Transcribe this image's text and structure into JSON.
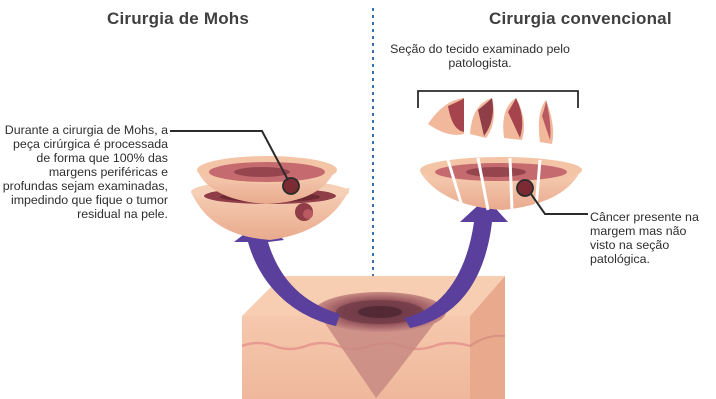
{
  "titles": {
    "mohs": "Cirurgia de Mohs",
    "conventional": "Cirurgia convencional"
  },
  "annotations": {
    "mohs_description": "Durante a cirurgia de Mohs, a peça cirúrgica é processada de forma que 100% das margens periféricas e profundas sejam examinadas, impedindo que fique o tumor residual na pele.",
    "section_examined": "Seção do tecido examinado pelo patologista.",
    "cancer_missed": "Câncer presente na margem mas não visto na seção patológica."
  },
  "colors": {
    "divider": "#3a6fb0",
    "arrow": "#5a3f9c",
    "skin_top": "#f5c4a8",
    "skin_side": "#eeb79c",
    "tissue": "#b9505a",
    "tumor_dark": "#7c2b33"
  }
}
